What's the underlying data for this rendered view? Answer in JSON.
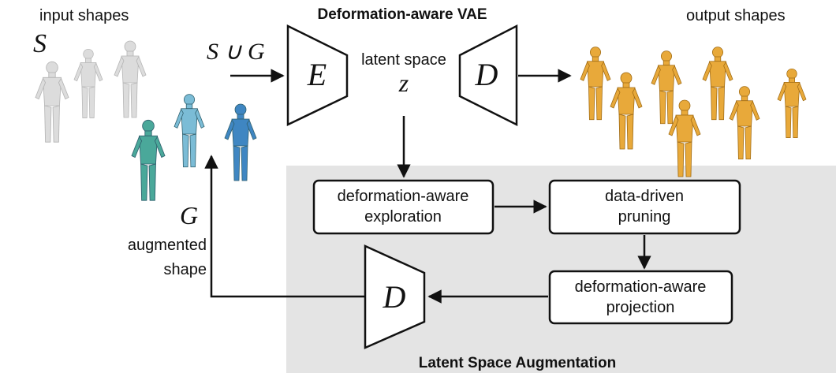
{
  "labels": {
    "input_shapes": "input shapes",
    "output_shapes": "output shapes",
    "vae_title": "Deformation-aware VAE",
    "latent_space": "latent space",
    "augmented_line1": "augmented",
    "augmented_line2": "shape",
    "lsa_title": "Latent Space Augmentation"
  },
  "math": {
    "S": "S",
    "S_union_G": "S ∪ G",
    "E": "E",
    "D": "D",
    "z": "z",
    "G": "G"
  },
  "boxes": {
    "exploration": [
      "deformation-aware",
      "exploration"
    ],
    "pruning": [
      "data-driven",
      "pruning"
    ],
    "projection": [
      "deformation-aware",
      "projection"
    ]
  },
  "colors": {
    "input_shapes": "#dcdcdc",
    "augmented_shapes_teal": "#4aa89a",
    "augmented_shapes_light": "#7bbcd6",
    "augmented_shapes_blue": "#3f86c2",
    "output_shapes": "#e8a93a",
    "panel_background": "#e4e4e4"
  }
}
